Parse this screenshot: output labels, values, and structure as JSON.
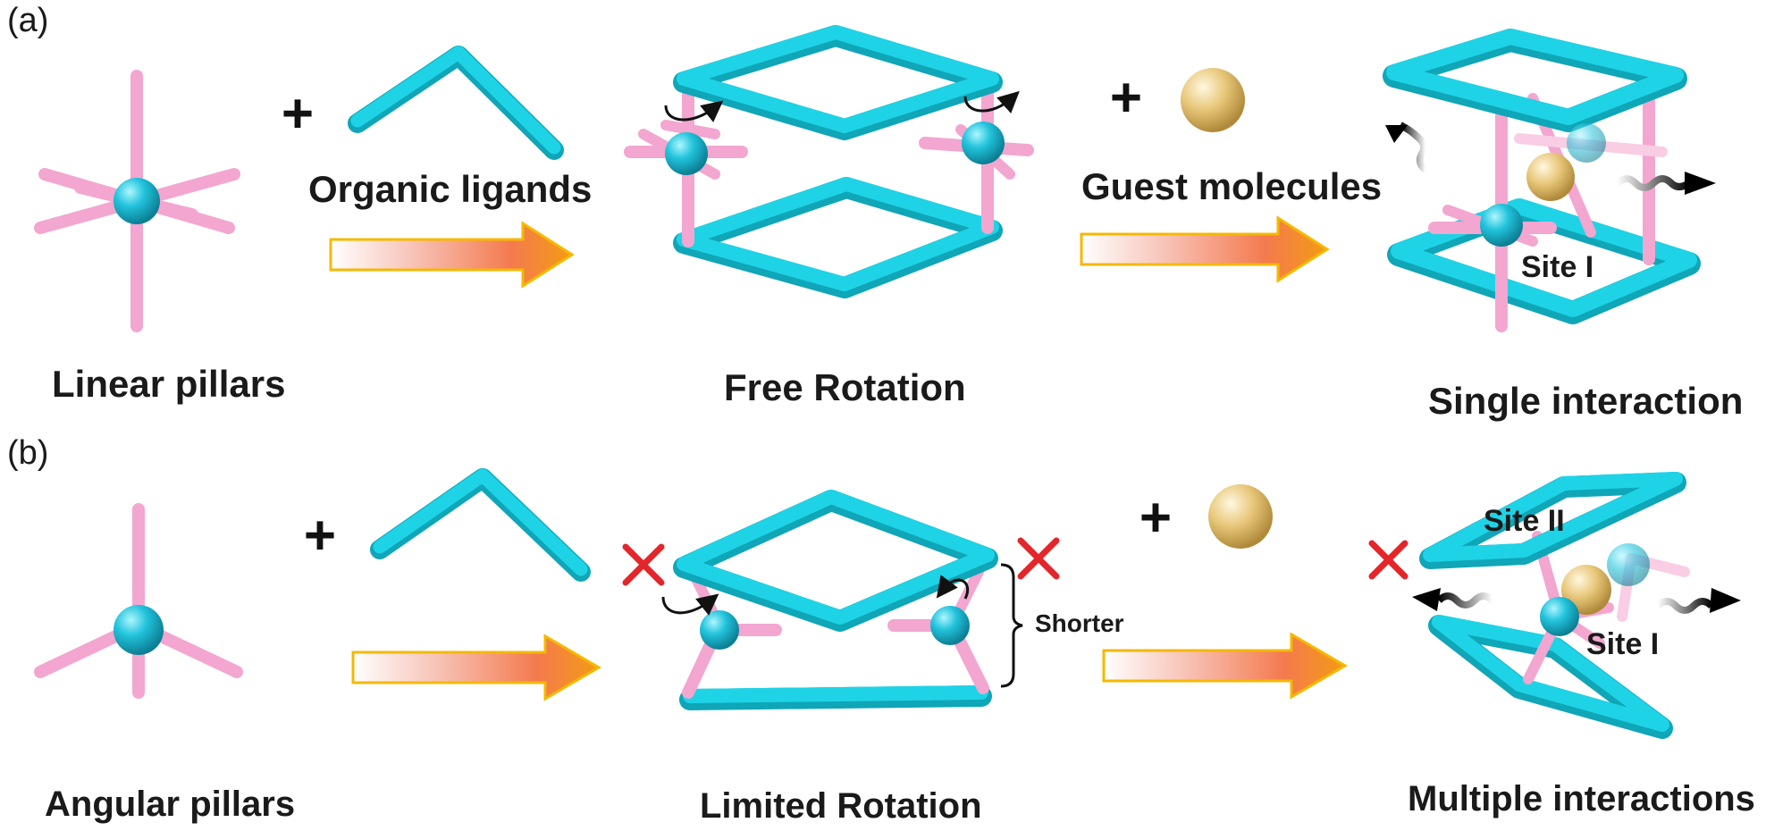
{
  "panels": {
    "a": {
      "tag": "(a)",
      "left_label": "Linear pillars",
      "ligand_label": "Organic ligands",
      "middle_label": "Free Rotation",
      "guest_label": "Guest molecules",
      "right_label": "Single interaction",
      "site_label": "Site I",
      "plus": "+"
    },
    "b": {
      "tag": "(b)",
      "left_label": "Angular pillars",
      "middle_label": "Limited Rotation",
      "right_label": "Multiple interactions",
      "site1_label": "Site I",
      "site2_label": "Site II",
      "shorter_label": "Shorter",
      "plus": "+"
    }
  },
  "colors": {
    "ligand": "#1fd3e6",
    "ligand_dark": "#0fa6b8",
    "pillar": "#f2a6d0",
    "metal": "#22c3dc",
    "guest": "#e8c77a",
    "arrow_start": "#f7b9b0",
    "arrow_end": "#f39c12",
    "cross": "#e3262b"
  }
}
